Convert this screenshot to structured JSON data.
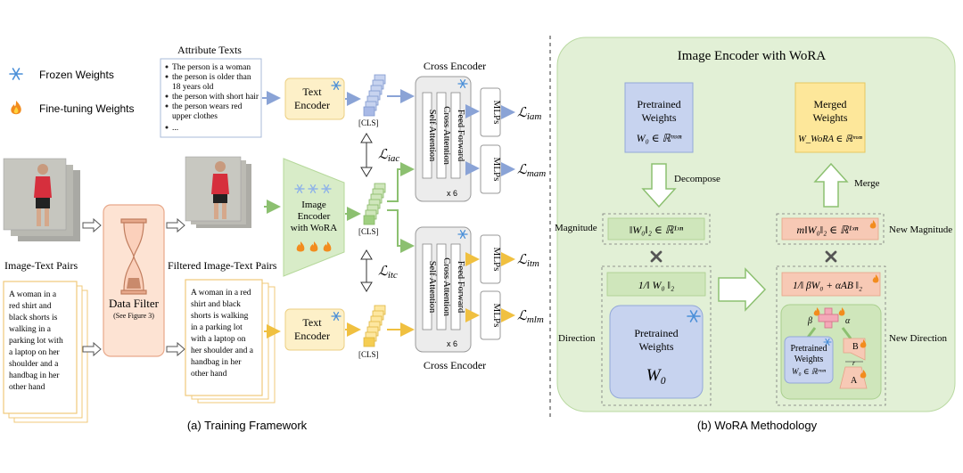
{
  "legend": {
    "frozen": "Frozen Weights",
    "finetune": "Fine-tuning Weights"
  },
  "left": {
    "attribute_title": "Attribute Texts",
    "attributes": [
      "The person is a woman",
      "the person is older than",
      "18 years old",
      "the person with short hair",
      "the person wears red",
      "upper clothes",
      "..."
    ],
    "text_encoder": [
      "Text",
      "Encoder"
    ],
    "image_encoder": [
      "Image",
      "Encoder",
      "with WoRA"
    ],
    "cls": "[CLS]",
    "pairs_label": "Image-Text Pairs",
    "filtered_label": "Filtered Image-Text Pairs",
    "data_filter": "Data Filter",
    "data_filter_sub": "(See Figure 3)",
    "caption_lines": [
      "A woman in a",
      "red shirt and",
      "black shorts is",
      "walking in a",
      "parking lot with",
      "a laptop on her",
      "shoulder and a",
      "handbag in her",
      "other hand"
    ],
    "filtered_caption_lines": [
      "A woman in a red",
      "shirt and black",
      "shorts is walking",
      "in a parking lot",
      "with a laptop on",
      "her shoulder and a",
      "handbag in her",
      "other hand"
    ],
    "cross_encoder": "Cross Encoder",
    "self_attention": "Self Attention",
    "cross_attention": "Cross Attention",
    "feed_forward": "Feed Forward",
    "x6": "x 6",
    "mlps": "MLPs",
    "losses": {
      "iam": "iam",
      "mam": "mam",
      "itm": "itm",
      "mlm": "mlm",
      "iac": "iac",
      "itc": "itc"
    },
    "loss_symbol": "ℒ",
    "caption": "(a)  Training Framework"
  },
  "right": {
    "title": "Image Encoder with WoRA",
    "pretrained": [
      "Pretrained",
      "Weights"
    ],
    "w0_formula": "W₀ ∈ ℝᵐˣⁿ",
    "merged": [
      "Merged",
      "Weights"
    ],
    "merged_formula": "W_WoRA ∈ ℝᵐˣⁿ",
    "decompose": "Decompose",
    "merge": "Merge",
    "magnitude": "Magnitude",
    "magnitude_formula": "‖W₀‖₂ ∈ ℝ¹ˣⁿ",
    "new_magnitude": "New Magnitude",
    "new_magnitude_formula": "m‖W₀‖₂ ∈ ℝ¹ˣⁿ",
    "direction": "Direction",
    "new_direction": "New Direction",
    "inv_norm": "1/‖ W₀ ‖₂",
    "new_inv_norm": "1/‖ βW₀ + αAB ‖₂",
    "w0": "W₀",
    "beta": "β",
    "alpha": "α",
    "B": "B",
    "A": "A",
    "rank": "r",
    "caption": "(b) WoRA Methodology"
  },
  "colors": {
    "peach": "#fde3d3",
    "yellow": "#fdf0c8",
    "blue": "#c7d3ef",
    "green_panel": "#e2f0d6",
    "green_box": "#cfe6bb",
    "pink": "#f7c9b5",
    "gray_box": "#ececec"
  }
}
